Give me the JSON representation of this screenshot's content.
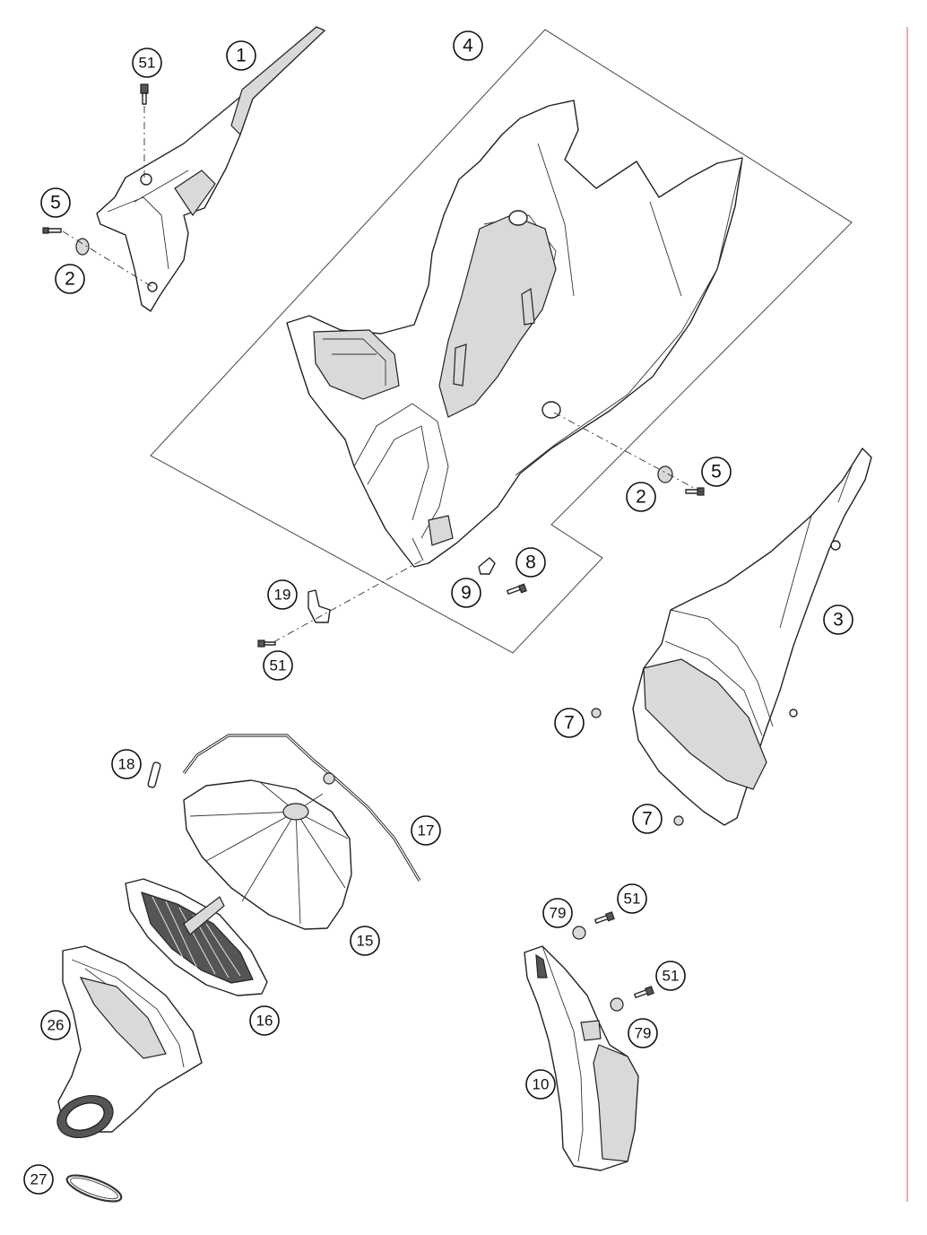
{
  "callouts": [
    {
      "id": "c1",
      "label": "1"
    },
    {
      "id": "c51a",
      "label": "51"
    },
    {
      "id": "c5a",
      "label": "5"
    },
    {
      "id": "c2a",
      "label": "2"
    },
    {
      "id": "c4",
      "label": "4"
    },
    {
      "id": "c2b",
      "label": "2"
    },
    {
      "id": "c5b",
      "label": "5"
    },
    {
      "id": "c8",
      "label": "8"
    },
    {
      "id": "c9",
      "label": "9"
    },
    {
      "id": "c19",
      "label": "19"
    },
    {
      "id": "c51b",
      "label": "51"
    },
    {
      "id": "c3",
      "label": "3"
    },
    {
      "id": "c7a",
      "label": "7"
    },
    {
      "id": "c7b",
      "label": "7"
    },
    {
      "id": "c18",
      "label": "18"
    },
    {
      "id": "c17",
      "label": "17"
    },
    {
      "id": "c15",
      "label": "15"
    },
    {
      "id": "c16",
      "label": "16"
    },
    {
      "id": "c26",
      "label": "26"
    },
    {
      "id": "c27",
      "label": "27"
    },
    {
      "id": "c79a",
      "label": "79"
    },
    {
      "id": "c51c",
      "label": "51"
    },
    {
      "id": "c51d",
      "label": "51"
    },
    {
      "id": "c79b",
      "label": "79"
    },
    {
      "id": "c10",
      "label": "10"
    }
  ]
}
